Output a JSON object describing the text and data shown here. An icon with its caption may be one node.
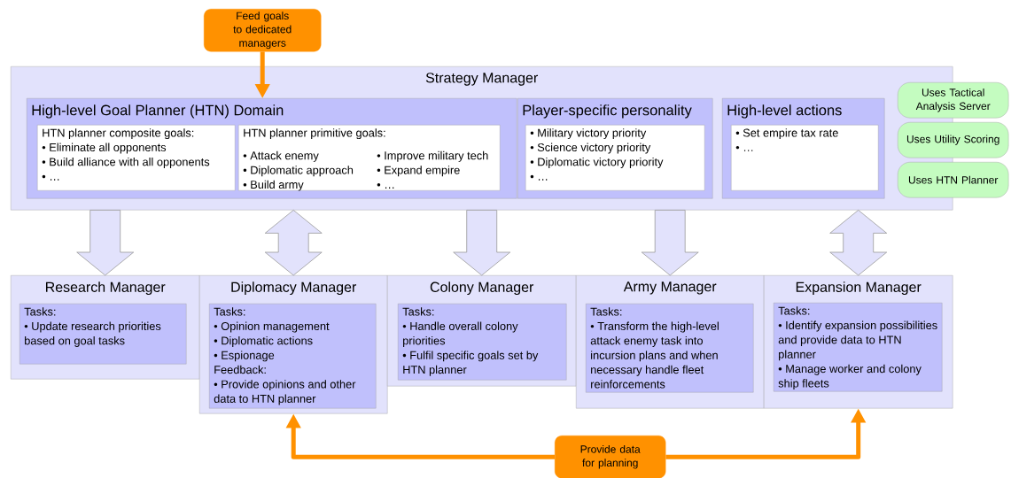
{
  "diagram": {
    "nodes": [
      {
        "text": [
          "Strategy Manager"
        ]
      },
      {
        "text": [
          "High-level Goal Planner (HTN) Domain"
        ],
        "in": 0
      },
      {
        "text": [
          "HTN planner composite goals:",
          "• Eliminate all opponents",
          "• Build alliance with all opponents",
          "• …"
        ],
        "in": 1
      },
      {
        "text": [
          "HTN planner primitive goals:",
          "• Attack enemy",
          "• Diplomatic approach",
          "• Build army",
          "• Improve military tech",
          "• Expand empire",
          "• …"
        ],
        "in": 1
      },
      {
        "text": [
          "Player-specific personality"
        ],
        "in": 0
      },
      {
        "text": [
          "• Military victory priority",
          "• Science victory priority",
          "• Diplomatic victory priority",
          "• …"
        ],
        "in": 4
      },
      {
        "text": [
          "High-level actions"
        ],
        "in": 0
      },
      {
        "text": [
          "• Set empire tax rate",
          "• …"
        ],
        "in": 6
      },
      {
        "text": [
          "Uses Tactical Analysis Server"
        ]
      },
      {
        "text": [
          "Uses Utility Scoring"
        ]
      },
      {
        "text": [
          "Uses HTN Planner"
        ]
      },
      {
        "text": [
          "Feed goals to dedicated managers"
        ]
      },
      {
        "text": [
          "Research Manager"
        ]
      },
      {
        "text": [
          "Tasks:",
          "• Update research priorities based on goal tasks"
        ],
        "in": 12
      },
      {
        "text": [
          "Diplomacy Manager"
        ]
      },
      {
        "text": [
          "Tasks:",
          "• Opinion management",
          "• Diplomatic actions",
          "• Espionage",
          "Feedback:",
          "• Provide opinions and other data to HTN planner"
        ],
        "in": 14
      },
      {
        "text": [
          "Colony Manager"
        ]
      },
      {
        "text": [
          "Tasks:",
          "• Handle overall colony priorities",
          "• Fulfil specific goals set by HTN planner"
        ],
        "in": 16
      },
      {
        "text": [
          "Army Manager"
        ]
      },
      {
        "text": [
          "Tasks:",
          "• Transform the high-level attack enemy task into incursion plans and when necessary handle fleet reinforcements"
        ],
        "in": 18
      },
      {
        "text": [
          "Expansion Manager"
        ]
      },
      {
        "text": [
          "Tasks:",
          "• Identify expansion possibilities and provide data to HTN planner",
          "• Manage worker and colony ship fleets"
        ],
        "in": 20
      },
      {
        "text": [
          "Provide data for planning"
        ]
      }
    ],
    "edges": [
      {
        "from": 11,
        "to": 1,
        "arrow": "to",
        "color": "#ff9100"
      },
      {
        "from": 0,
        "to": 12,
        "arrow": "to"
      },
      {
        "from": 0,
        "to": 14,
        "arrow": "both"
      },
      {
        "from": 0,
        "to": 16,
        "arrow": "to"
      },
      {
        "from": 0,
        "to": 18,
        "arrow": "to"
      },
      {
        "from": 0,
        "to": 20,
        "arrow": "both"
      },
      {
        "from": 22,
        "to": 14,
        "arrow": "to",
        "color": "#ff9100"
      },
      {
        "from": 22,
        "to": 20,
        "arrow": "to",
        "color": "#ff9100"
      }
    ]
  }
}
